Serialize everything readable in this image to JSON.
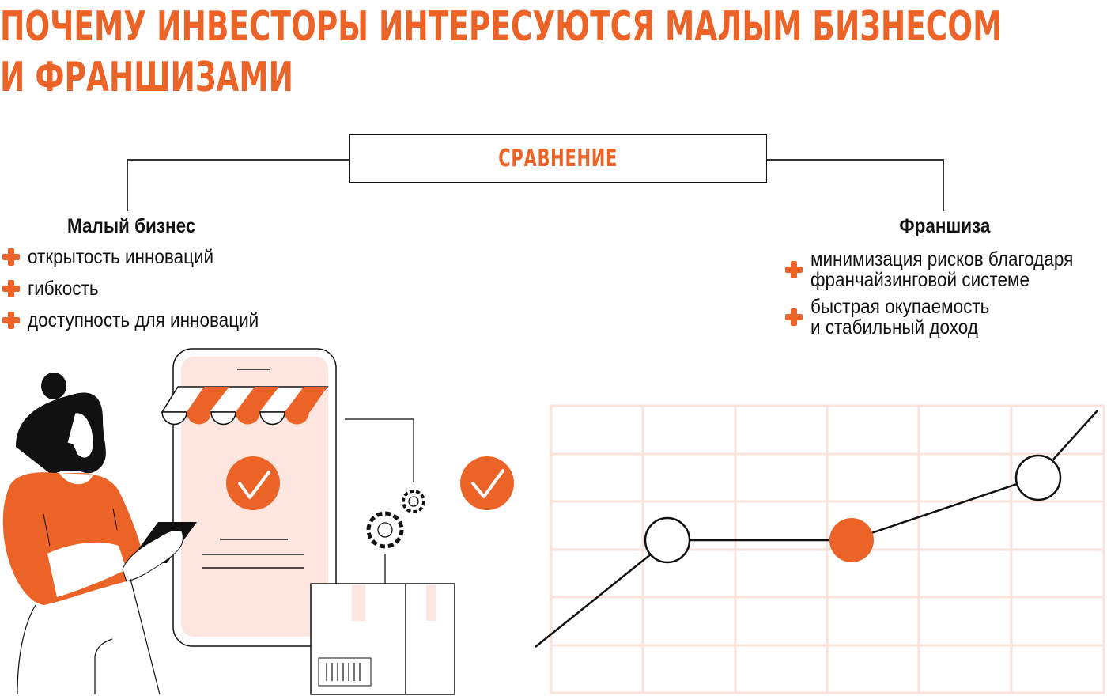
{
  "title": {
    "line1": "ПОЧЕМУ ИНВЕСТОРЫ ИНТЕРЕСУЮТСЯ МАЛЫМ БИЗНЕСОМ",
    "line2": "И ФРАНШИЗАМИ"
  },
  "comparison": {
    "label": "СРАВНЕНИЕ"
  },
  "small_business": {
    "heading": "Малый бизнес",
    "items": [
      {
        "label": "открытость инноваций",
        "icon": "plus-icon"
      },
      {
        "label": "гибкость",
        "icon": "plus-icon"
      },
      {
        "label": "доступность для инноваций",
        "icon": "plus-icon"
      }
    ]
  },
  "franchise": {
    "heading": "Франшиза",
    "items": [
      {
        "line1": "минимизация рисков благодаря",
        "line2": "франчайзинговой системе",
        "icon": "plus-icon"
      },
      {
        "line1": "быстрая окупаемость",
        "line2": "и стабильный доход",
        "icon": "plus-icon"
      }
    ]
  },
  "colors": {
    "accent": "#ec6327",
    "accent_light": "#fce6df",
    "ink": "#111111",
    "grid": "#fbe3dc"
  },
  "illustration": {
    "icons": [
      "woman-with-phone",
      "storefront-phone-icon",
      "check-icon",
      "gears-icon",
      "box-icon",
      "growth-chart-icon"
    ]
  }
}
